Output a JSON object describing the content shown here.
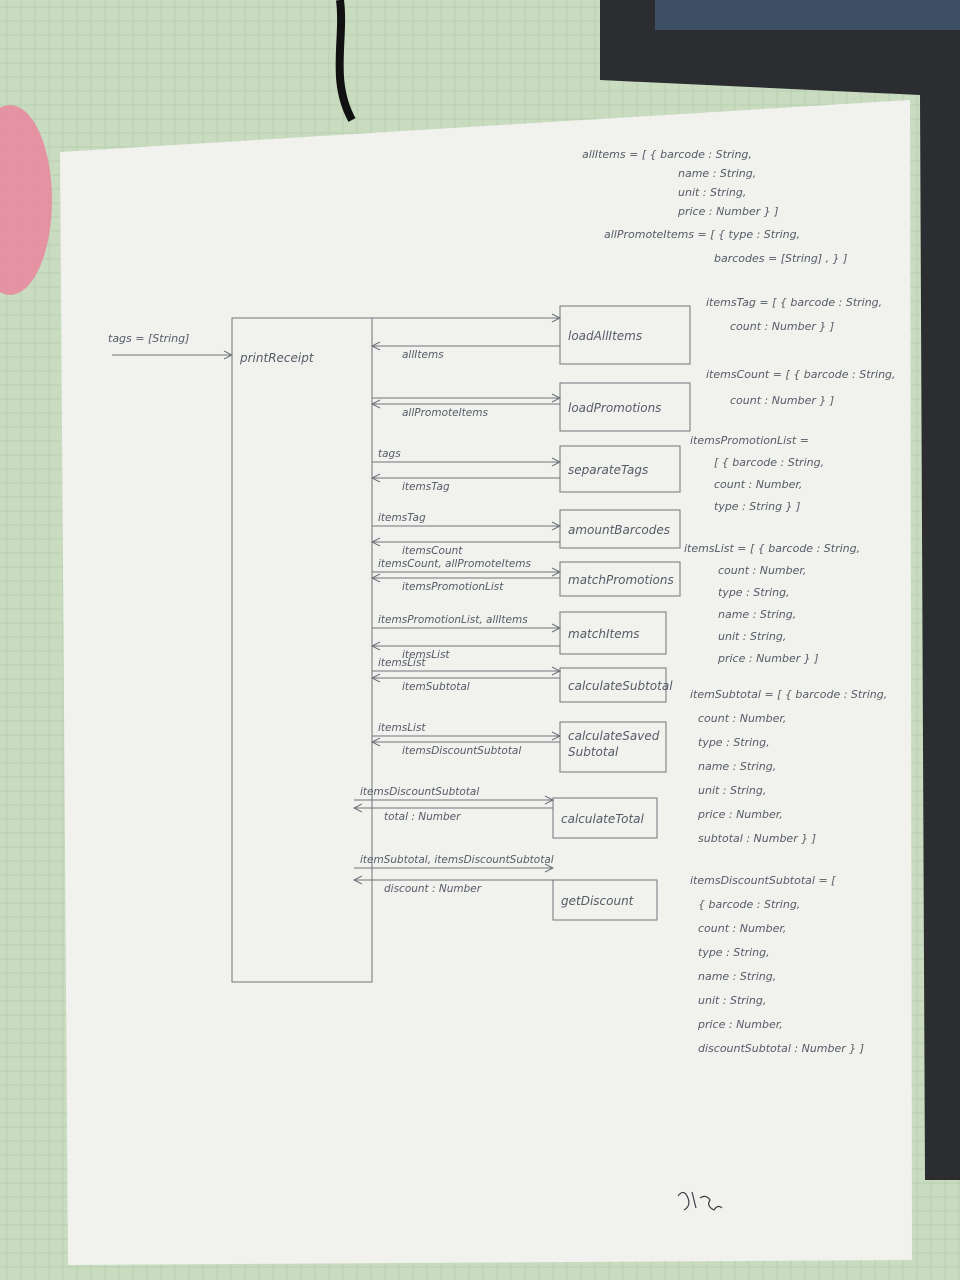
{
  "colors": {
    "paper": "#f1f1ee",
    "ink": "#555c66",
    "background": "#cfe0c4"
  },
  "input": {
    "label": "tags = [String]"
  },
  "main": {
    "label": "printReceipt"
  },
  "functions": [
    {
      "name": "loadAllItems",
      "in": "",
      "out": "allItems"
    },
    {
      "name": "loadPromotions",
      "in": "",
      "out": "allPromoteItems"
    },
    {
      "name": "separateTags",
      "in": "tags",
      "out": "itemsTag"
    },
    {
      "name": "amountBarcodes",
      "in": "itemsTag",
      "out": "itemsCount"
    },
    {
      "name": "matchPromotions",
      "in": "itemsCount, allPromoteItems",
      "out": "itemsPromotionList"
    },
    {
      "name": "matchItems",
      "in": "itemsPromotionList, allItems",
      "out": "itemsList"
    },
    {
      "name": "calculateSubtotal",
      "in": "itemsList",
      "out": "itemSubtotal"
    },
    {
      "name": "calculateSaved Subtotal",
      "in": "itemsList",
      "out": "itemsDiscountSubtotal"
    },
    {
      "name": "calculateTotal",
      "in": "itemsDiscountSubtotal",
      "out": "total : Number"
    },
    {
      "name": "getDiscount",
      "in": "itemSubtotal, itemsDiscountSubtotal",
      "out": "discount : Number"
    }
  ],
  "types": [
    {
      "lines": [
        "allItems = [ { barcode : String,",
        "name : String,",
        "unit : String,",
        "price : Number } ]"
      ]
    },
    {
      "lines": [
        "allPromoteItems = [ { type : String,",
        "barcodes = [String] , } ]"
      ]
    },
    {
      "lines": [
        "itemsTag = [ { barcode : String,",
        "count : Number } ]"
      ]
    },
    {
      "lines": [
        "itemsCount = [ { barcode : String,",
        "count : Number } ]"
      ]
    },
    {
      "lines": [
        "itemsPromotionList =",
        "[ { barcode : String,",
        "count : Number,",
        "type : String } ]"
      ]
    },
    {
      "lines": [
        "itemsList = [ { barcode : String,",
        "count : Number,",
        "type : String,",
        "name : String,",
        "unit : String,",
        "price : Number } ]"
      ]
    },
    {
      "lines": [
        "itemSubtotal = [ { barcode : String,",
        "count : Number,",
        "type : String,",
        "name : String,",
        "unit : String,",
        "price : Number,",
        "subtotal : Number } ]"
      ]
    },
    {
      "lines": [
        "itemsDiscountSubtotal = [",
        "{ barcode : String,",
        "count : Number,",
        "type : String,",
        "name : String,",
        "unit : String,",
        "price : Number,",
        "discountSubtotal : Number } ]"
      ]
    }
  ]
}
